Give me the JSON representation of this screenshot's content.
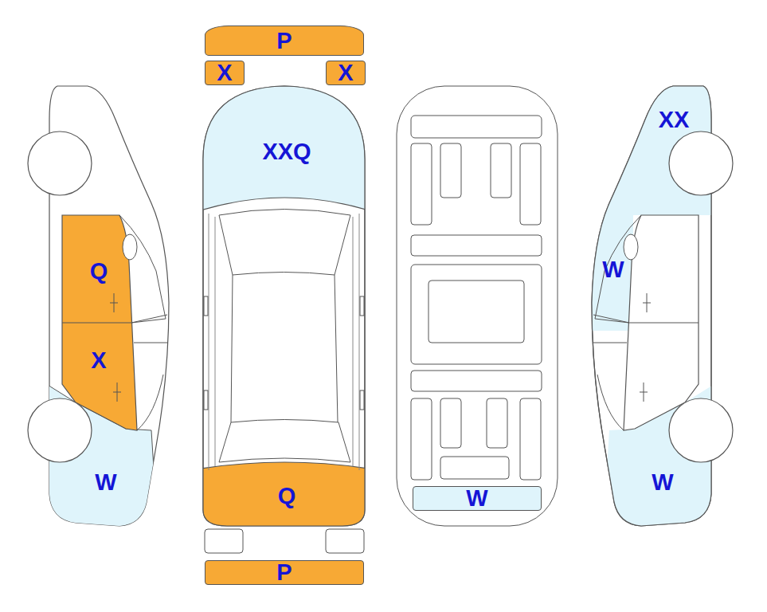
{
  "diagram": {
    "nodes": [
      {
        "text": [
          "P"
        ]
      },
      {
        "text": [
          "X"
        ]
      },
      {
        "text": [
          "X"
        ]
      },
      {
        "text": [
          "W"
        ]
      },
      {
        "text": [
          "P"
        ]
      }
    ],
    "labels": [
      "XX",
      "XXQ",
      "W",
      "Q",
      "X",
      "W",
      "W",
      "Q"
    ]
  }
}
